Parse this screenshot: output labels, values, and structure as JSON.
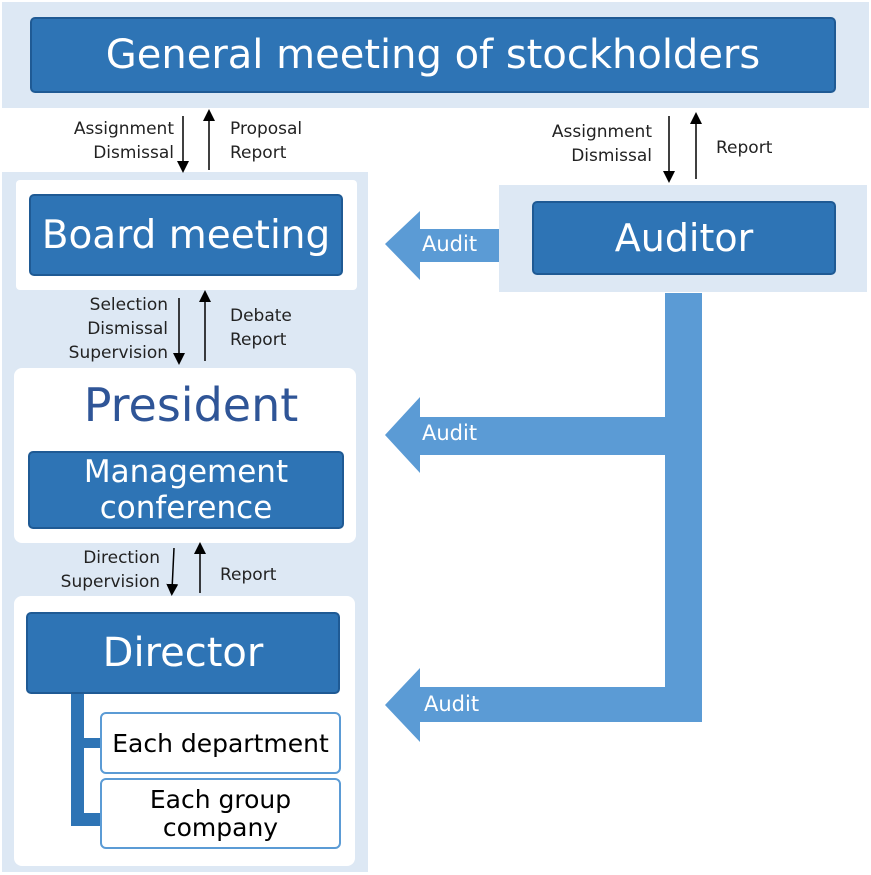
{
  "nodes": {
    "stockholders": "General meeting of stockholders",
    "board": "Board meeting",
    "auditor": "Auditor",
    "president": "President",
    "management": [
      "Management",
      "conference"
    ],
    "director": "Director",
    "department": "Each department",
    "group_company": [
      "Each group",
      "company"
    ]
  },
  "edges": {
    "stockholders_to_board": [
      "Assignment",
      "Dismissal"
    ],
    "board_to_stockholders": [
      "Proposal",
      "Report"
    ],
    "stockholders_to_auditor": [
      "Assignment",
      "Dismissal"
    ],
    "auditor_to_stockholders": "Report",
    "board_to_president": [
      "Selection",
      "Dismissal",
      "Supervision"
    ],
    "president_to_board": [
      "Debate",
      "Report"
    ],
    "president_to_director": [
      "Direction",
      "Supervision"
    ],
    "director_to_president": "Report",
    "audit_labels": [
      "Audit",
      "Audit",
      "Audit"
    ]
  },
  "colors": {
    "panel": "#dde8f4",
    "box_fill": "#2e74b5",
    "audit_arrow": "#5b9bd5",
    "president_text": "#2f5597"
  }
}
